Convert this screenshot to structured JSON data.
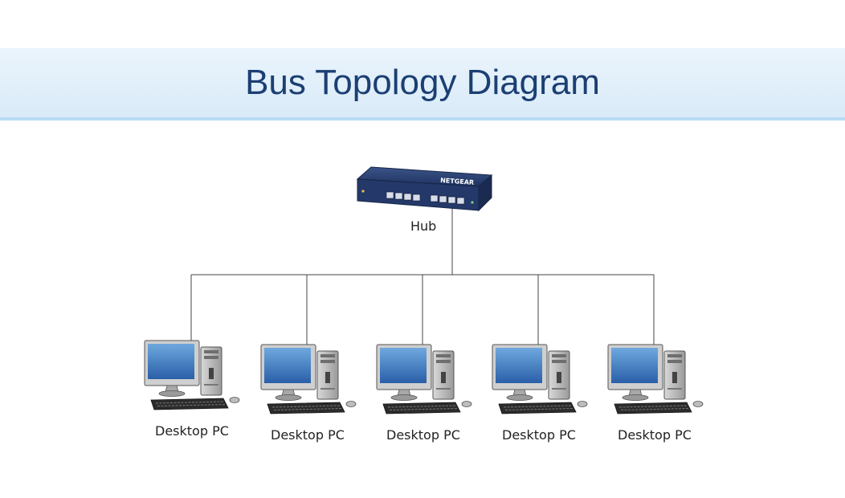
{
  "header": {
    "title": "Bus Topology Diagram"
  },
  "hub": {
    "label": "Hub",
    "brand": "NETGEAR"
  },
  "nodes": [
    {
      "label": "Desktop PC"
    },
    {
      "label": "Desktop PC"
    },
    {
      "label": "Desktop PC"
    },
    {
      "label": "Desktop PC"
    },
    {
      "label": "Desktop PC"
    }
  ],
  "colors": {
    "title_text": "#1c3f73",
    "band": "#d9ebf8",
    "hub_body": "#2a3f6e",
    "screen": "#3a7dc4"
  }
}
